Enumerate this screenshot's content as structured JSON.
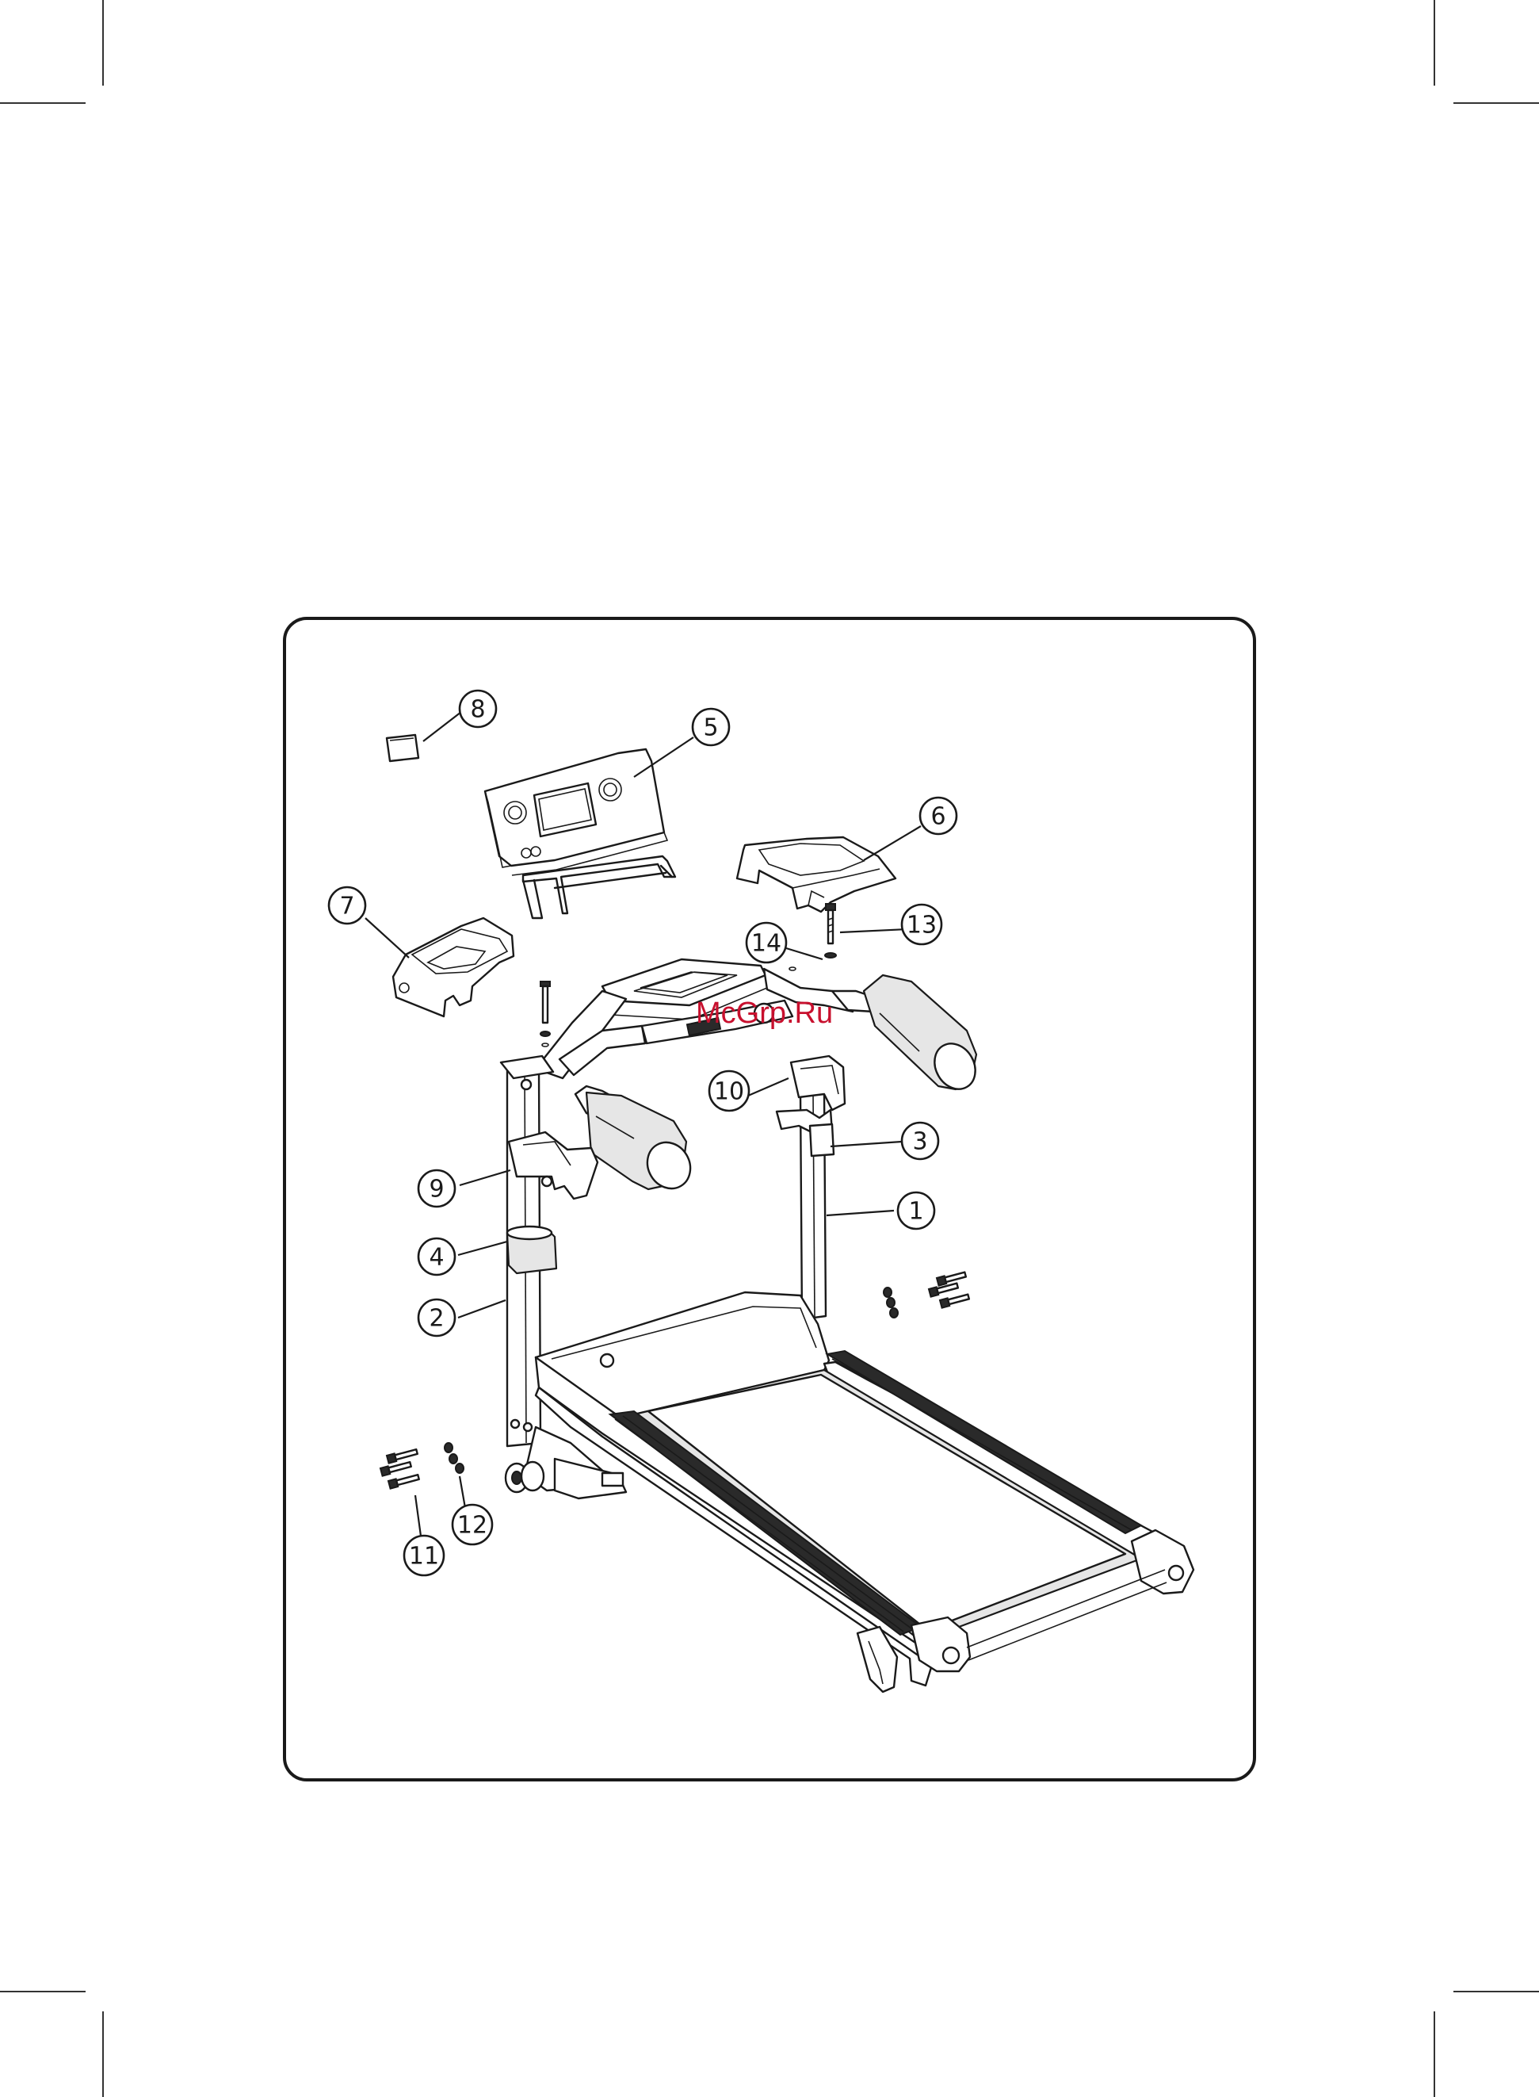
{
  "watermark": "McGrp.Ru",
  "callouts": [
    {
      "id": "c1",
      "label": "1"
    },
    {
      "id": "c2",
      "label": "2"
    },
    {
      "id": "c3",
      "label": "3"
    },
    {
      "id": "c4",
      "label": "4"
    },
    {
      "id": "c5",
      "label": "5"
    },
    {
      "id": "c6",
      "label": "6"
    },
    {
      "id": "c7",
      "label": "7"
    },
    {
      "id": "c8",
      "label": "8"
    },
    {
      "id": "c9",
      "label": "9"
    },
    {
      "id": "c10",
      "label": "10"
    },
    {
      "id": "c11",
      "label": "11"
    },
    {
      "id": "c12",
      "label": "12"
    },
    {
      "id": "c13",
      "label": "13"
    },
    {
      "id": "c14",
      "label": "14"
    }
  ]
}
